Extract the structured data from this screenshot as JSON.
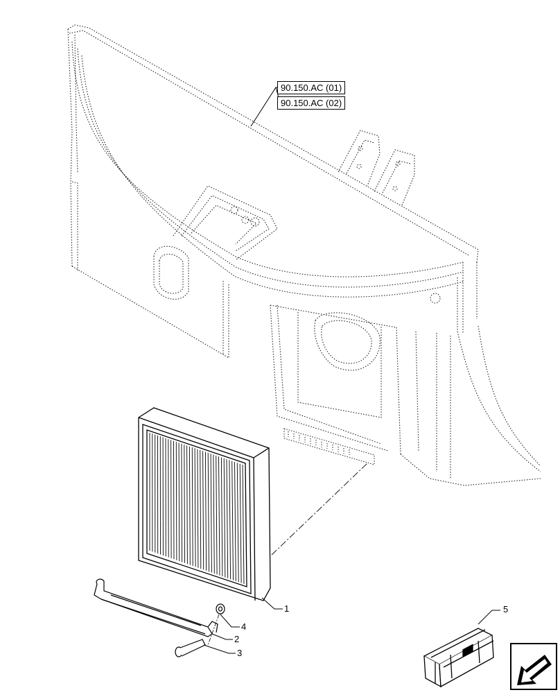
{
  "references": [
    {
      "label": "90.150.AC (01)"
    },
    {
      "label": "90.150.AC (02)"
    }
  ],
  "callouts": [
    {
      "number": "1"
    },
    {
      "number": "2"
    },
    {
      "number": "3"
    },
    {
      "number": "4"
    },
    {
      "number": "5"
    }
  ],
  "icons": {
    "navigation": "arrow-down-left-icon",
    "kit": "crate-icon"
  },
  "colors": {
    "line": "#000000",
    "background": "#ffffff"
  }
}
